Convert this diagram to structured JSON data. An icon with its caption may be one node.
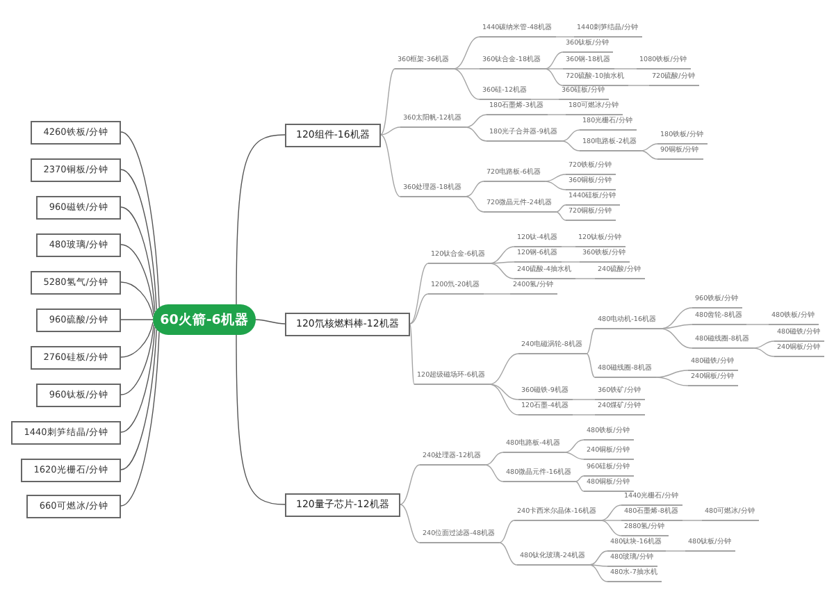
{
  "diagram": {
    "nodes": [
      {
        "text": [
          "60火箭-6机器"
        ]
      },
      {
        "text": [
          "4260铁板/分钟"
        ]
      },
      {
        "text": [
          "2370铜板/分钟"
        ]
      },
      {
        "text": [
          "960磁铁/分钟"
        ]
      },
      {
        "text": [
          "480玻璃/分钟"
        ]
      },
      {
        "text": [
          "5280氢气/分钟"
        ]
      },
      {
        "text": [
          "960硫酸/分钟"
        ]
      },
      {
        "text": [
          "2760硅板/分钟"
        ]
      },
      {
        "text": [
          "960钛板/分钟"
        ]
      },
      {
        "text": [
          "1440刺笋结晶/分钟"
        ]
      },
      {
        "text": [
          "1620光栅石/分钟"
        ]
      },
      {
        "text": [
          "660可燃冰/分钟"
        ]
      },
      {
        "text": [
          "120组件-16机器"
        ]
      },
      {
        "text": [
          "360框架-36机器"
        ]
      },
      {
        "text": [
          "1440碳纳米管-48机器"
        ]
      },
      {
        "text": [
          "1440刺笋结晶/分钟"
        ]
      },
      {
        "text": [
          "360钛合金-18机器"
        ]
      },
      {
        "text": [
          "360钛板/分钟"
        ]
      },
      {
        "text": [
          "360钢-18机器"
        ]
      },
      {
        "text": [
          "1080铁板/分钟"
        ]
      },
      {
        "text": [
          "720硫酸-10抽水机"
        ]
      },
      {
        "text": [
          "720硫酸/分钟"
        ]
      },
      {
        "text": [
          "360硅-12机器"
        ]
      },
      {
        "text": [
          "360硅板/分钟"
        ]
      },
      {
        "text": [
          "360太阳帆-12机器"
        ]
      },
      {
        "text": [
          "180石墨烯-3机器"
        ]
      },
      {
        "text": [
          "180可燃冰/分钟"
        ]
      },
      {
        "text": [
          "180光子合并器-9机器"
        ]
      },
      {
        "text": [
          "180光栅石/分钟"
        ]
      },
      {
        "text": [
          "180电路板-2机器"
        ]
      },
      {
        "text": [
          "180铁板/分钟"
        ]
      },
      {
        "text": [
          "90铜板/分钟"
        ]
      },
      {
        "text": [
          "360处理器-18机器"
        ]
      },
      {
        "text": [
          "720电路板-6机器"
        ]
      },
      {
        "text": [
          "720铁板/分钟"
        ]
      },
      {
        "text": [
          "360铜板/分钟"
        ]
      },
      {
        "text": [
          "720微晶元件-24机器"
        ]
      },
      {
        "text": [
          "1440硅板/分钟"
        ]
      },
      {
        "text": [
          "720铜板/分钟"
        ]
      },
      {
        "text": [
          "120氘核燃料棒-12机器"
        ]
      },
      {
        "text": [
          "120钛合金-6机器"
        ]
      },
      {
        "text": [
          "120钛-4机器"
        ]
      },
      {
        "text": [
          "120钛板/分钟"
        ]
      },
      {
        "text": [
          "120钢-6机器"
        ]
      },
      {
        "text": [
          "360铁板/分钟"
        ]
      },
      {
        "text": [
          "240硫酸-4抽水机"
        ]
      },
      {
        "text": [
          "240硫酸/分钟"
        ]
      },
      {
        "text": [
          "1200氘-20机器"
        ]
      },
      {
        "text": [
          "2400氢/分钟"
        ]
      },
      {
        "text": [
          "120超级磁场环-6机器"
        ]
      },
      {
        "text": [
          "240电磁涡轮-8机器"
        ]
      },
      {
        "text": [
          "480电动机-16机器"
        ]
      },
      {
        "text": [
          "960铁板/分钟"
        ]
      },
      {
        "text": [
          "480齿轮-8机器"
        ]
      },
      {
        "text": [
          "480铁板/分钟"
        ]
      },
      {
        "text": [
          "480磁线圈-8机器"
        ]
      },
      {
        "text": [
          "480磁铁/分钟"
        ]
      },
      {
        "text": [
          "240铜板/分钟"
        ]
      },
      {
        "text": [
          "480磁线圈-8机器"
        ]
      },
      {
        "text": [
          "480磁铁/分钟"
        ]
      },
      {
        "text": [
          "240铜板/分钟"
        ]
      },
      {
        "text": [
          "360磁铁-9机器"
        ]
      },
      {
        "text": [
          "360铁矿/分钟"
        ]
      },
      {
        "text": [
          "120石墨-4机器"
        ]
      },
      {
        "text": [
          "240煤矿/分钟"
        ]
      },
      {
        "text": [
          "120量子芯片-12机器"
        ]
      },
      {
        "text": [
          "240处理器-12机器"
        ]
      },
      {
        "text": [
          "480电路板-4机器"
        ]
      },
      {
        "text": [
          "480铁板/分钟"
        ]
      },
      {
        "text": [
          "240铜板/分钟"
        ]
      },
      {
        "text": [
          "480微晶元件-16机器"
        ]
      },
      {
        "text": [
          "960硅板/分钟"
        ]
      },
      {
        "text": [
          "480铜板/分钟"
        ]
      },
      {
        "text": [
          "240位面过滤器-48机器"
        ]
      },
      {
        "text": [
          "240卡西米尔晶体-16机器"
        ]
      },
      {
        "text": [
          "1440光栅石/分钟"
        ]
      },
      {
        "text": [
          "480石墨烯-8机器"
        ]
      },
      {
        "text": [
          "480可燃冰/分钟"
        ]
      },
      {
        "text": [
          "2880氢/分钟"
        ]
      },
      {
        "text": [
          "480钛化玻璃-24机器"
        ]
      },
      {
        "text": [
          "480钛块-16机器"
        ]
      },
      {
        "text": [
          "480钛板/分钟"
        ]
      },
      {
        "text": [
          "480玻璃/分钟"
        ]
      },
      {
        "text": [
          "480水-7抽水机"
        ]
      }
    ],
    "edges": [
      {
        "from": 0,
        "to": 1,
        "arrow": "none",
        "color": "#555555"
      },
      {
        "from": 0,
        "to": 2,
        "arrow": "none",
        "color": "#555555"
      },
      {
        "from": 0,
        "to": 3,
        "arrow": "none",
        "color": "#555555"
      },
      {
        "from": 0,
        "to": 4,
        "arrow": "none",
        "color": "#555555"
      },
      {
        "from": 0,
        "to": 5,
        "arrow": "none",
        "color": "#555555"
      },
      {
        "from": 0,
        "to": 6,
        "arrow": "none",
        "color": "#555555"
      },
      {
        "from": 0,
        "to": 7,
        "arrow": "none",
        "color": "#555555"
      },
      {
        "from": 0,
        "to": 8,
        "arrow": "none",
        "color": "#555555"
      },
      {
        "from": 0,
        "to": 9,
        "arrow": "none",
        "color": "#555555"
      },
      {
        "from": 0,
        "to": 10,
        "arrow": "none",
        "color": "#555555"
      },
      {
        "from": 0,
        "to": 11,
        "arrow": "none",
        "color": "#555555"
      },
      {
        "from": 0,
        "to": 12,
        "arrow": "none",
        "color": "#555555"
      },
      {
        "from": 12,
        "to": 13,
        "arrow": "none"
      },
      {
        "from": 13,
        "to": 14,
        "arrow": "none"
      },
      {
        "from": 14,
        "to": 15,
        "arrow": "none"
      },
      {
        "from": 13,
        "to": 16,
        "arrow": "none"
      },
      {
        "from": 16,
        "to": 17,
        "arrow": "none"
      },
      {
        "from": 16,
        "to": 18,
        "arrow": "none"
      },
      {
        "from": 18,
        "to": 19,
        "arrow": "none"
      },
      {
        "from": 16,
        "to": 20,
        "arrow": "none"
      },
      {
        "from": 20,
        "to": 21,
        "arrow": "none"
      },
      {
        "from": 13,
        "to": 22,
        "arrow": "none"
      },
      {
        "from": 22,
        "to": 23,
        "arrow": "none"
      },
      {
        "from": 12,
        "to": 24,
        "arrow": "none"
      },
      {
        "from": 24,
        "to": 25,
        "arrow": "none"
      },
      {
        "from": 25,
        "to": 26,
        "arrow": "none"
      },
      {
        "from": 24,
        "to": 27,
        "arrow": "none"
      },
      {
        "from": 27,
        "to": 28,
        "arrow": "none"
      },
      {
        "from": 27,
        "to": 29,
        "arrow": "none"
      },
      {
        "from": 29,
        "to": 30,
        "arrow": "none"
      },
      {
        "from": 29,
        "to": 31,
        "arrow": "none"
      },
      {
        "from": 12,
        "to": 32,
        "arrow": "none"
      },
      {
        "from": 32,
        "to": 33,
        "arrow": "none"
      },
      {
        "from": 33,
        "to": 34,
        "arrow": "none"
      },
      {
        "from": 33,
        "to": 35,
        "arrow": "none"
      },
      {
        "from": 32,
        "to": 36,
        "arrow": "none"
      },
      {
        "from": 36,
        "to": 37,
        "arrow": "none"
      },
      {
        "from": 36,
        "to": 38,
        "arrow": "none"
      },
      {
        "from": 0,
        "to": 39,
        "arrow": "none",
        "color": "#555555"
      },
      {
        "from": 39,
        "to": 40,
        "arrow": "none"
      },
      {
        "from": 40,
        "to": 41,
        "arrow": "none"
      },
      {
        "from": 41,
        "to": 42,
        "arrow": "none"
      },
      {
        "from": 40,
        "to": 43,
        "arrow": "none"
      },
      {
        "from": 43,
        "to": 44,
        "arrow": "none"
      },
      {
        "from": 40,
        "to": 45,
        "arrow": "none"
      },
      {
        "from": 45,
        "to": 46,
        "arrow": "none"
      },
      {
        "from": 39,
        "to": 47,
        "arrow": "none"
      },
      {
        "from": 47,
        "to": 48,
        "arrow": "none"
      },
      {
        "from": 39,
        "to": 49,
        "arrow": "none"
      },
      {
        "from": 49,
        "to": 50,
        "arrow": "none"
      },
      {
        "from": 50,
        "to": 51,
        "arrow": "none"
      },
      {
        "from": 51,
        "to": 52,
        "arrow": "none"
      },
      {
        "from": 51,
        "to": 53,
        "arrow": "none"
      },
      {
        "from": 53,
        "to": 54,
        "arrow": "none"
      },
      {
        "from": 51,
        "to": 55,
        "arrow": "none"
      },
      {
        "from": 55,
        "to": 56,
        "arrow": "none"
      },
      {
        "from": 55,
        "to": 57,
        "arrow": "none"
      },
      {
        "from": 50,
        "to": 58,
        "arrow": "none"
      },
      {
        "from": 58,
        "to": 59,
        "arrow": "none"
      },
      {
        "from": 58,
        "to": 60,
        "arrow": "none"
      },
      {
        "from": 49,
        "to": 61,
        "arrow": "none"
      },
      {
        "from": 61,
        "to": 62,
        "arrow": "none"
      },
      {
        "from": 49,
        "to": 63,
        "arrow": "none"
      },
      {
        "from": 63,
        "to": 64,
        "arrow": "none"
      },
      {
        "from": 0,
        "to": 65,
        "arrow": "none",
        "color": "#555555"
      },
      {
        "from": 65,
        "to": 66,
        "arrow": "none"
      },
      {
        "from": 66,
        "to": 67,
        "arrow": "none"
      },
      {
        "from": 67,
        "to": 68,
        "arrow": "none"
      },
      {
        "from": 67,
        "to": 69,
        "arrow": "none"
      },
      {
        "from": 66,
        "to": 70,
        "arrow": "none"
      },
      {
        "from": 70,
        "to": 71,
        "arrow": "none"
      },
      {
        "from": 70,
        "to": 72,
        "arrow": "none"
      },
      {
        "from": 65,
        "to": 73,
        "arrow": "none"
      },
      {
        "from": 73,
        "to": 74,
        "arrow": "none"
      },
      {
        "from": 74,
        "to": 75,
        "arrow": "none"
      },
      {
        "from": 74,
        "to": 76,
        "arrow": "none"
      },
      {
        "from": 76,
        "to": 77,
        "arrow": "none"
      },
      {
        "from": 74,
        "to": 78,
        "arrow": "none"
      },
      {
        "from": 73,
        "to": 79,
        "arrow": "none"
      },
      {
        "from": 79,
        "to": 80,
        "arrow": "none"
      },
      {
        "from": 80,
        "to": 81,
        "arrow": "none"
      },
      {
        "from": 79,
        "to": 82,
        "arrow": "none"
      },
      {
        "from": 79,
        "to": 83,
        "arrow": "none"
      }
    ]
  }
}
